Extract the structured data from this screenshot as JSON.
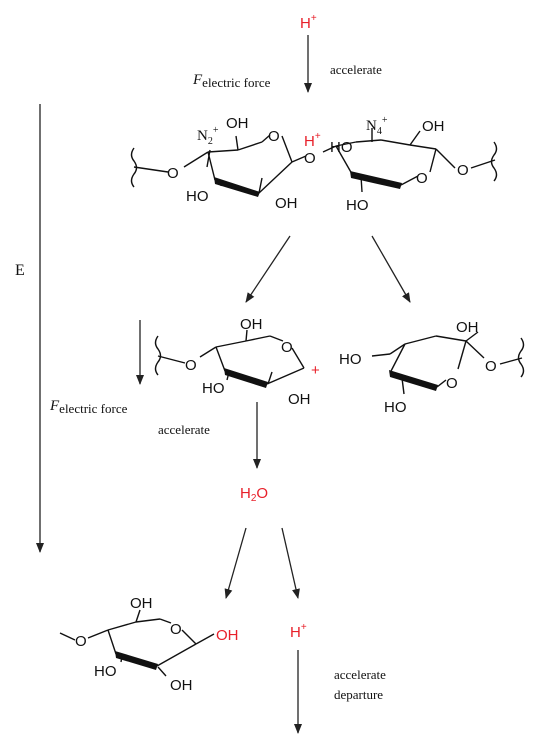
{
  "top": {
    "proton": "H",
    "proton_charge": "+",
    "accelerate": "accelerate",
    "force_symbol": "F",
    "force_sub": "electric force"
  },
  "field": {
    "label": "E"
  },
  "disaccharide": {
    "n2": "N",
    "n2_sub": "2",
    "n2_sup": "+",
    "oh_n2": "OH",
    "h_bridge": "H",
    "h_bridge_charge": "+",
    "n4": "N",
    "n4_sub": "4",
    "n4_sup": "+",
    "ho_right_ring": "HO",
    "oh_right_top": "OH",
    "o_link_left": "O",
    "o_ring_left": "O",
    "o_glyco": "O",
    "o_ring_right": "O",
    "o_link_right": "O",
    "ho_left_bottom": "HO",
    "oh_left_bottom": "OH",
    "ho_right_bottom": "HO"
  },
  "fragments": {
    "left": {
      "oh_top": "OH",
      "o_link": "O",
      "o_ring": "O",
      "ho_bottom": "HO",
      "oh_bottom": "OH",
      "cation": "+"
    },
    "right": {
      "ho_left": "HO",
      "oh_top": "OH",
      "o_ring": "O",
      "o_link": "O",
      "ho_bottom": "HO"
    },
    "force_symbol": "F",
    "force_sub": "electric force",
    "accelerate": "accelerate"
  },
  "water": {
    "h": "H",
    "sub": "2",
    "o": "O"
  },
  "product": {
    "oh_top": "OH",
    "o_link": "O",
    "o_ring": "O",
    "oh_anomeric": "OH",
    "ho_bottom": "HO",
    "oh_bottom": "OH"
  },
  "released_proton": {
    "h": "H",
    "charge": "+",
    "accelerate": "accelerate",
    "departure": "departure"
  }
}
